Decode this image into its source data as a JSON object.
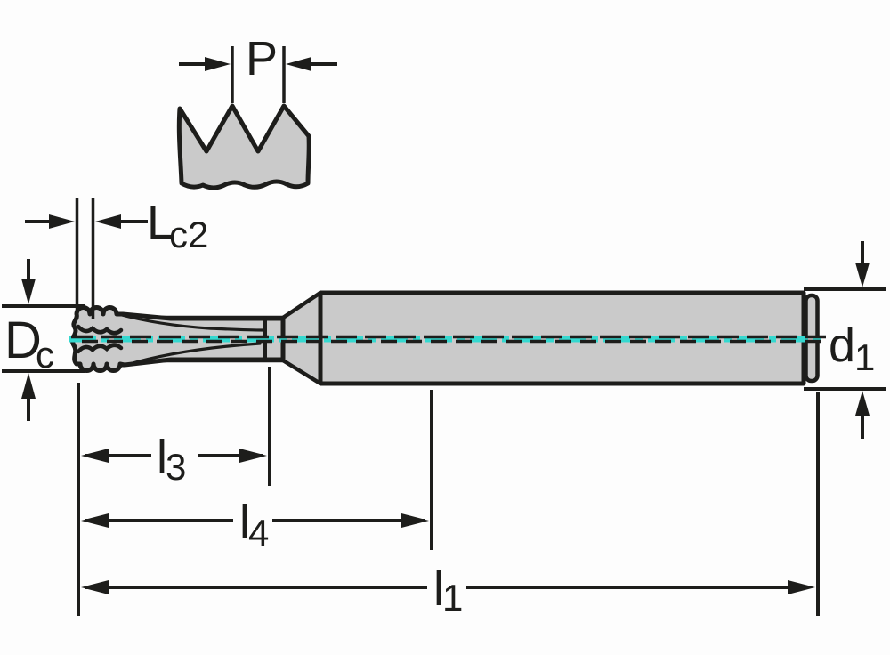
{
  "figure": {
    "kind": "technical dimension drawing",
    "labels": {
      "pitch": {
        "main": "P"
      },
      "lc2": {
        "main": "L",
        "sub": "c2"
      },
      "dc": {
        "main": "D",
        "sub": "c"
      },
      "d1": {
        "main": "d",
        "sub": "1"
      },
      "l3": {
        "main": "l",
        "sub": "3"
      },
      "l4": {
        "main": "l",
        "sub": "4"
      },
      "l1": {
        "main": "l",
        "sub": "1"
      }
    },
    "colors": {
      "outline": "#1d1d1b",
      "part_fill": "#cacaca",
      "centerline_accent": "#35d8cf",
      "background": "#fdfdfd"
    }
  }
}
